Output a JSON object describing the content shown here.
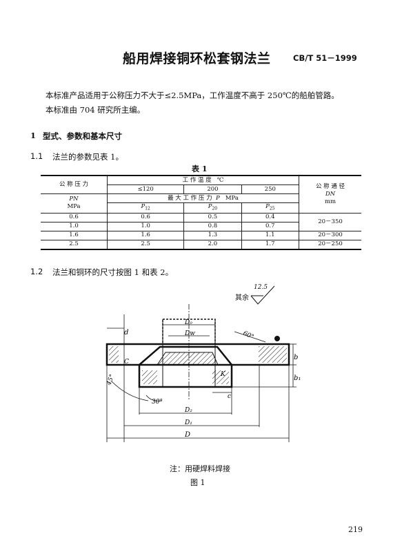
{
  "header": {
    "title": "船用焊接铜环松套钢法兰",
    "standard_no": "CB/T 51－1999"
  },
  "intro": {
    "line1": "本标准产品适用于公称压力不大于≤2.5MPa，工作温度不高于 250℃的船舶管路。",
    "line2": "本标准由 704 研究所主编。"
  },
  "section1": {
    "number": "1",
    "title": "型式、参数和基本尺寸"
  },
  "clause11": {
    "number": "1.1",
    "text": "法兰的参数见表 1。"
  },
  "table1": {
    "caption": "表 1",
    "header": {
      "pn_label": "公 称 压 力",
      "pn_symbol": "PN",
      "pn_unit": "MPa",
      "work_temp": "工 作 温 度",
      "temp_unit": "℃",
      "temps": [
        "≤120",
        "200",
        "250"
      ],
      "max_pressure": "最 大 工 作 压 力",
      "p_symbol": "P",
      "p_unit": "MPa",
      "p_subs": [
        "P",
        "P",
        "P"
      ],
      "p_sub_idx": [
        "12",
        "20",
        "25"
      ],
      "dn_label": "公 称 通 径",
      "dn_symbol": "DN",
      "dn_unit": "mm"
    },
    "rows": [
      {
        "pn": "0.6",
        "p12": "0.6",
        "p20": "0.5",
        "p25": "0.4"
      },
      {
        "pn": "1.0",
        "p12": "1.0",
        "p20": "0.8",
        "p25": "0.7"
      },
      {
        "pn": "1.6",
        "p12": "1.6",
        "p20": "1.3",
        "p25": "1.1"
      },
      {
        "pn": "2.5",
        "p12": "2.5",
        "p20": "2.0",
        "p25": "1.7"
      }
    ],
    "dn_values": [
      "20－350",
      "20－300",
      "20－250"
    ]
  },
  "clause12": {
    "number": "1.2",
    "text": "法兰和铜环的尺寸按图 1 和表 2。"
  },
  "roughness": {
    "prefix": "其余",
    "value": "12.5"
  },
  "figure": {
    "labels": {
      "d": "d",
      "D0": "D₀",
      "DW": "Dᴡ",
      "angle60": "60°",
      "b": "b",
      "b1": "b₁",
      "C": "C",
      "K": "K",
      "angle45": "45°",
      "angle30": "30°",
      "c": "c",
      "D2": "D₂",
      "D1": "D₁",
      "D": "D"
    },
    "note": "注：用硬焊料焊接",
    "caption": "图 1"
  },
  "page_number": "219"
}
